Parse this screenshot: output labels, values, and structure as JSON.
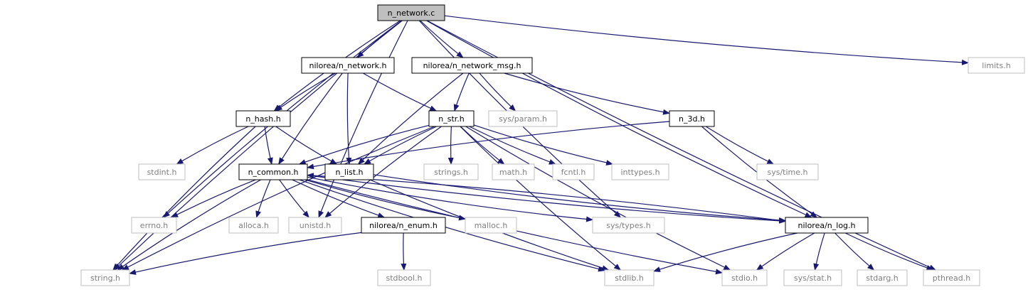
{
  "diagram": {
    "nodes": [
      {
        "id": "n_network_c",
        "label": "n_network.c",
        "kind": "root"
      },
      {
        "id": "nilorea_n_network_h",
        "label": "nilorea/n_network.h",
        "kind": "local"
      },
      {
        "id": "nilorea_n_network_msg_h",
        "label": "nilorea/n_network_msg.h",
        "kind": "local"
      },
      {
        "id": "limits_h",
        "label": "limits.h",
        "kind": "system"
      },
      {
        "id": "n_hash_h",
        "label": "n_hash.h",
        "kind": "local"
      },
      {
        "id": "n_str_h",
        "label": "n_str.h",
        "kind": "local"
      },
      {
        "id": "sys_param_h",
        "label": "sys/param.h",
        "kind": "system"
      },
      {
        "id": "n_3d_h",
        "label": "n_3d.h",
        "kind": "local"
      },
      {
        "id": "stdint_h",
        "label": "stdint.h",
        "kind": "system"
      },
      {
        "id": "n_common_h",
        "label": "n_common.h",
        "kind": "local"
      },
      {
        "id": "n_list_h",
        "label": "n_list.h",
        "kind": "local"
      },
      {
        "id": "strings_h",
        "label": "strings.h",
        "kind": "system"
      },
      {
        "id": "math_h",
        "label": "math.h",
        "kind": "system"
      },
      {
        "id": "fcntl_h",
        "label": "fcntl.h",
        "kind": "system"
      },
      {
        "id": "inttypes_h",
        "label": "inttypes.h",
        "kind": "system"
      },
      {
        "id": "sys_time_h",
        "label": "sys/time.h",
        "kind": "system"
      },
      {
        "id": "errno_h",
        "label": "errno.h",
        "kind": "system"
      },
      {
        "id": "alloca_h",
        "label": "alloca.h",
        "kind": "system"
      },
      {
        "id": "unistd_h",
        "label": "unistd.h",
        "kind": "system"
      },
      {
        "id": "nilorea_n_enum_h",
        "label": "nilorea/n_enum.h",
        "kind": "local"
      },
      {
        "id": "malloc_h",
        "label": "malloc.h",
        "kind": "system"
      },
      {
        "id": "sys_types_h",
        "label": "sys/types.h",
        "kind": "system"
      },
      {
        "id": "nilorea_n_log_h",
        "label": "nilorea/n_log.h",
        "kind": "local"
      },
      {
        "id": "string_h",
        "label": "string.h",
        "kind": "system"
      },
      {
        "id": "stdbool_h",
        "label": "stdbool.h",
        "kind": "system"
      },
      {
        "id": "stdlib_h",
        "label": "stdlib.h",
        "kind": "system"
      },
      {
        "id": "stdio_h",
        "label": "stdio.h",
        "kind": "system"
      },
      {
        "id": "sys_stat_h",
        "label": "sys/stat.h",
        "kind": "system"
      },
      {
        "id": "stdarg_h",
        "label": "stdarg.h",
        "kind": "system"
      },
      {
        "id": "pthread_h",
        "label": "pthread.h",
        "kind": "system"
      }
    ],
    "edges": [
      [
        "n_network_c",
        "nilorea_n_network_h"
      ],
      [
        "n_network_c",
        "nilorea_n_network_msg_h"
      ],
      [
        "n_network_c",
        "limits_h"
      ],
      [
        "n_network_c",
        "n_hash_h"
      ],
      [
        "n_network_c",
        "errno_h"
      ],
      [
        "n_network_c",
        "unistd_h"
      ],
      [
        "n_network_c",
        "string_h"
      ],
      [
        "n_network_c",
        "nilorea_n_log_h"
      ],
      [
        "n_network_c",
        "sys_types_h"
      ],
      [
        "n_network_c",
        "pthread_h"
      ],
      [
        "nilorea_n_network_h",
        "n_hash_h"
      ],
      [
        "nilorea_n_network_h",
        "n_common_h"
      ],
      [
        "nilorea_n_network_h",
        "n_list_h"
      ],
      [
        "nilorea_n_network_h",
        "n_str_h"
      ],
      [
        "nilorea_n_network_msg_h",
        "n_str_h"
      ],
      [
        "nilorea_n_network_msg_h",
        "sys_param_h"
      ],
      [
        "nilorea_n_network_msg_h",
        "n_3d_h"
      ],
      [
        "nilorea_n_network_msg_h",
        "n_list_h"
      ],
      [
        "n_hash_h",
        "stdint_h"
      ],
      [
        "n_hash_h",
        "n_common_h"
      ],
      [
        "n_hash_h",
        "n_list_h"
      ],
      [
        "n_hash_h",
        "string_h"
      ],
      [
        "n_str_h",
        "n_common_h"
      ],
      [
        "n_str_h",
        "n_list_h"
      ],
      [
        "n_str_h",
        "strings_h"
      ],
      [
        "n_str_h",
        "math_h"
      ],
      [
        "n_str_h",
        "fcntl_h"
      ],
      [
        "n_str_h",
        "inttypes_h"
      ],
      [
        "n_str_h",
        "stdlib_h"
      ],
      [
        "n_str_h",
        "stdio_h"
      ],
      [
        "n_str_h",
        "unistd_h"
      ],
      [
        "n_str_h",
        "string_h"
      ],
      [
        "n_3d_h",
        "n_common_h"
      ],
      [
        "n_3d_h",
        "sys_time_h"
      ],
      [
        "n_3d_h",
        "nilorea_n_log_h"
      ],
      [
        "n_common_h",
        "errno_h"
      ],
      [
        "n_common_h",
        "alloca_h"
      ],
      [
        "n_common_h",
        "unistd_h"
      ],
      [
        "n_common_h",
        "nilorea_n_enum_h"
      ],
      [
        "n_common_h",
        "malloc_h"
      ],
      [
        "n_common_h",
        "sys_types_h"
      ],
      [
        "n_common_h",
        "nilorea_n_log_h"
      ],
      [
        "n_common_h",
        "string_h"
      ],
      [
        "n_common_h",
        "stdlib_h"
      ],
      [
        "n_common_h",
        "stdio_h"
      ],
      [
        "n_list_h",
        "stdlib_h"
      ],
      [
        "n_list_h",
        "nilorea_n_log_h"
      ],
      [
        "nilorea_n_enum_h",
        "stdbool_h"
      ],
      [
        "nilorea_n_enum_h",
        "string_h"
      ],
      [
        "nilorea_n_log_h",
        "stdlib_h"
      ],
      [
        "nilorea_n_log_h",
        "stdio_h"
      ],
      [
        "nilorea_n_log_h",
        "sys_stat_h"
      ],
      [
        "nilorea_n_log_h",
        "stdarg_h"
      ],
      [
        "nilorea_n_log_h",
        "pthread_h"
      ],
      [
        "nilorea_n_log_h",
        "n_common_h"
      ]
    ],
    "colors": {
      "edge": "#191970",
      "root_fill": "#bfbfbf",
      "local_border": "#000000",
      "system_border": "#bfbfbf",
      "local_text": "#000000",
      "system_text": "#808080"
    }
  }
}
